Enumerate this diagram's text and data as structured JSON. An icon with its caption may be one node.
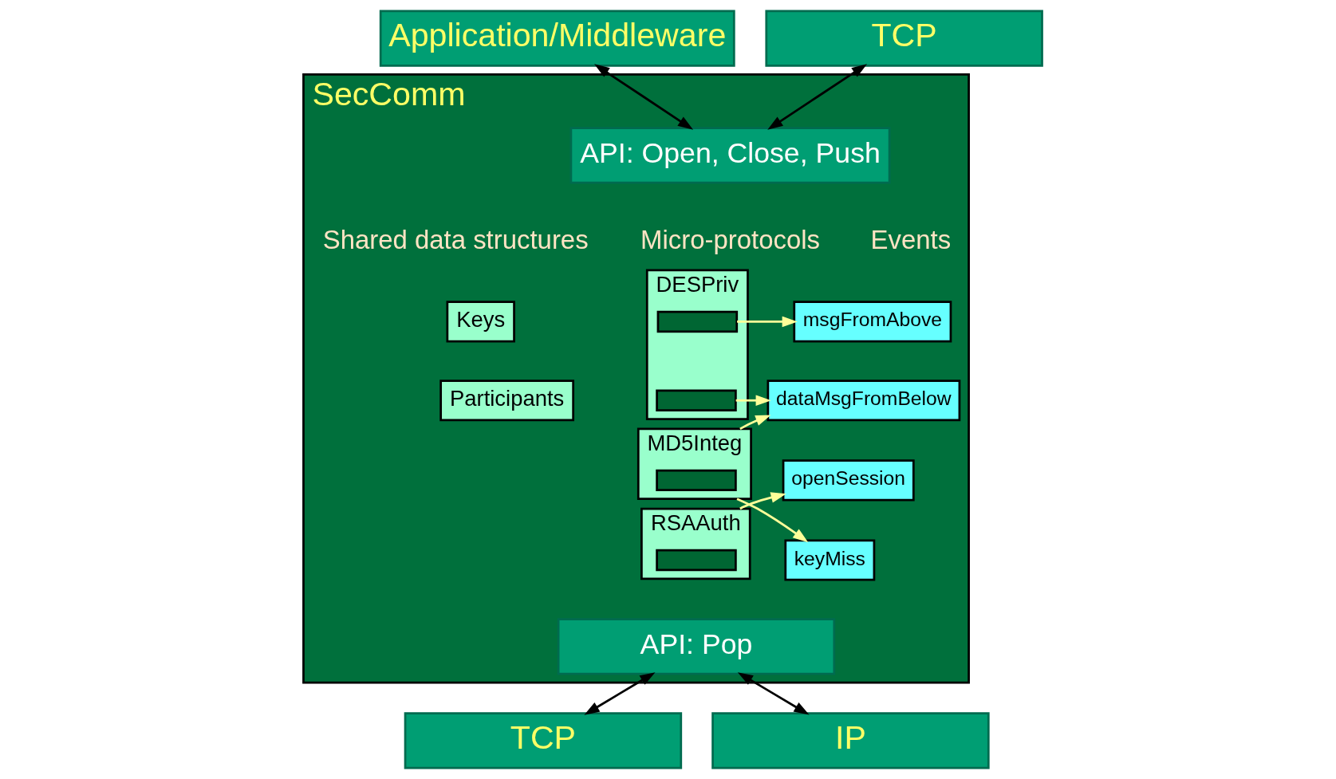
{
  "diagram": {
    "nodes": [
      {
        "text": [
          "Application/Middleware"
        ]
      },
      {
        "text": [
          "TCP"
        ]
      },
      {
        "text": [
          "SecComm"
        ]
      },
      {
        "text": [
          "API: Open, Close, Push"
        ],
        "in": 2
      },
      {
        "text": [
          "Keys"
        ],
        "in": 2
      },
      {
        "text": [
          "Participants"
        ],
        "in": 2
      },
      {
        "text": [
          "DESPriv"
        ],
        "in": 2
      },
      {
        "text": [],
        "shape": "box",
        "in": 6
      },
      {
        "text": [],
        "shape": "box",
        "in": 6
      },
      {
        "text": [
          "MD5Integ"
        ],
        "in": 2
      },
      {
        "text": [],
        "shape": "box",
        "in": 9
      },
      {
        "text": [
          "RSAAuth"
        ],
        "in": 2
      },
      {
        "text": [],
        "shape": "box",
        "in": 11
      },
      {
        "text": [
          "msgFromAbove"
        ],
        "in": 2
      },
      {
        "text": [
          "dataMsgFromBelow"
        ],
        "in": 2
      },
      {
        "text": [
          "openSession"
        ],
        "in": 2
      },
      {
        "text": [
          "keyMiss"
        ],
        "in": 2
      },
      {
        "text": [
          "API: Pop"
        ],
        "in": 2
      },
      {
        "text": [
          "TCP"
        ]
      },
      {
        "text": [
          "IP"
        ]
      }
    ],
    "edges": [
      {
        "from": 0,
        "to": 3,
        "arrow": "both",
        "color": "#000000"
      },
      {
        "from": 1,
        "to": 3,
        "arrow": "both",
        "color": "#000000"
      },
      {
        "from": 7,
        "to": 13,
        "arrow": "to"
      },
      {
        "from": 8,
        "to": 14,
        "arrow": "to"
      },
      {
        "from": 9,
        "to": 14,
        "arrow": "to"
      },
      {
        "from": 9,
        "to": 16,
        "arrow": "to"
      },
      {
        "from": 11,
        "to": 15,
        "arrow": "to"
      },
      {
        "from": 17,
        "to": 18,
        "arrow": "both",
        "color": "#000000"
      },
      {
        "from": 17,
        "to": 19,
        "arrow": "both",
        "color": "#000000"
      }
    ],
    "labels": [
      "Shared data structures",
      "Micro-protocols",
      "Events"
    ]
  }
}
